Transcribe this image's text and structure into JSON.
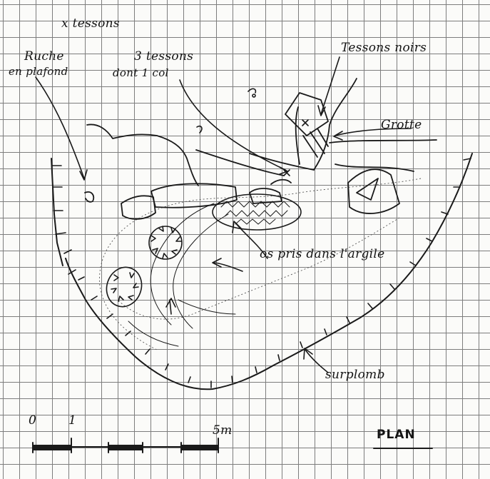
{
  "labels": {
    "tessons": "x tessons",
    "ruche_line1": "Ruche",
    "ruche_line2": "en plafond",
    "trois_tessons_line1": "3 tessons",
    "trois_tessons_line2": "dont 1 col",
    "tessons_noirs": "Tessons noirs",
    "grotte": "Grotte",
    "os_pris": "os pris dans l'argile",
    "surplomb": "surplomb",
    "scale_zero": "0",
    "scale_one": "1",
    "scale_five": "5m",
    "plan": "PLAN"
  },
  "colors": {
    "ink": "#1a1a1a",
    "grid": "#7d7d7d",
    "paper": "#fbfbf9"
  },
  "scale_bar": {
    "ticks_m": [
      0,
      1,
      5
    ]
  }
}
